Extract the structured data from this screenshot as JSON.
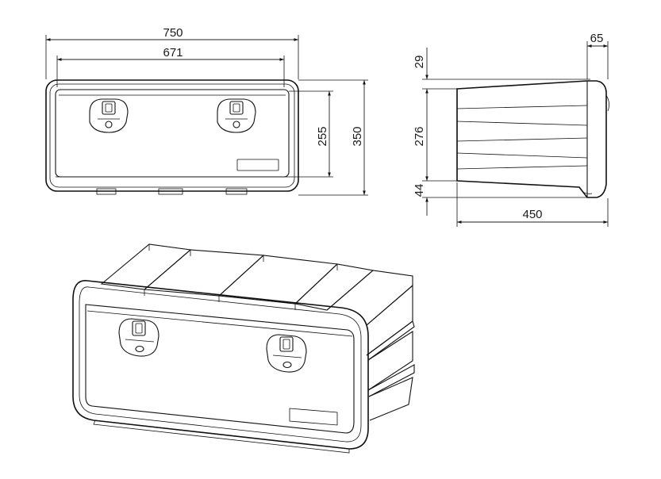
{
  "front_view": {
    "overall_width": "750",
    "lid_width": "671",
    "lid_height": "255",
    "overall_height": "350"
  },
  "side_view": {
    "flange_depth": "65",
    "top_offset": "29",
    "body_height": "276",
    "bottom_offset": "44",
    "depth": "450"
  }
}
